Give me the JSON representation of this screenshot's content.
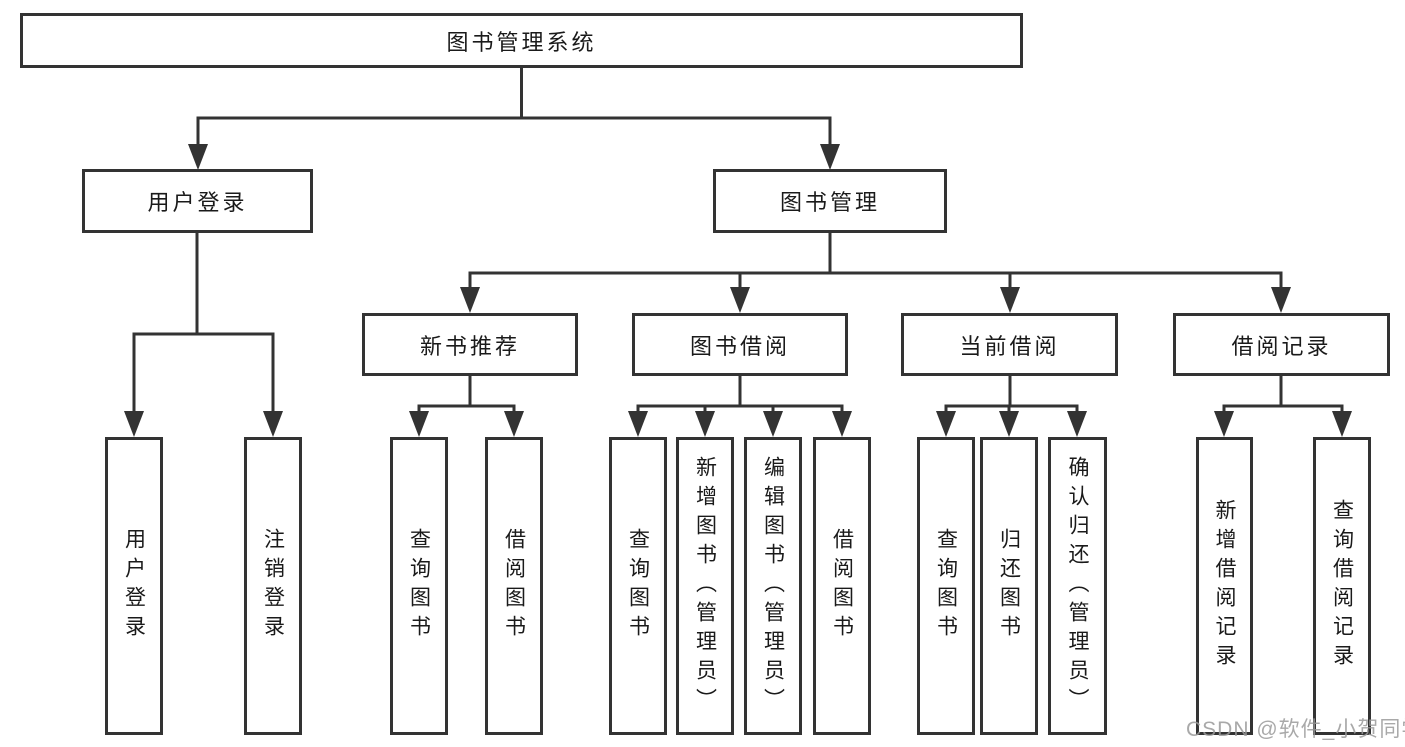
{
  "diagram": {
    "title_node": {
      "label": "图书管理系统"
    },
    "level2": [
      {
        "label": "用户登录"
      },
      {
        "label": "图书管理"
      }
    ],
    "level3": [
      {
        "label": "新书推荐",
        "parent": "图书管理"
      },
      {
        "label": "图书借阅",
        "parent": "图书管理"
      },
      {
        "label": "当前借阅",
        "parent": "图书管理"
      },
      {
        "label": "借阅记录",
        "parent": "图书管理"
      }
    ],
    "leaves": [
      {
        "label": "用户登录",
        "parent": "用户登录"
      },
      {
        "label": "注销登录",
        "parent": "用户登录"
      },
      {
        "label": "查询图书",
        "parent": "新书推荐"
      },
      {
        "label": "借阅图书",
        "parent": "新书推荐"
      },
      {
        "label": "查询图书",
        "parent": "图书借阅"
      },
      {
        "label": "新增图书（管理员）",
        "parent": "图书借阅"
      },
      {
        "label": "编辑图书（管理员）",
        "parent": "图书借阅"
      },
      {
        "label": "借阅图书",
        "parent": "图书借阅"
      },
      {
        "label": "查询图书",
        "parent": "当前借阅"
      },
      {
        "label": "归还图书",
        "parent": "当前借阅"
      },
      {
        "label": "确认归还（管理员）",
        "parent": "当前借阅"
      },
      {
        "label": "新增借阅记录",
        "parent": "借阅记录"
      },
      {
        "label": "查询借阅记录",
        "parent": "借阅记录"
      }
    ]
  },
  "watermark": {
    "text": "CSDN @软件_小贺同学"
  },
  "colors": {
    "line": "#333333",
    "text": "#1a1a1a",
    "watermark": "#9b9b9b",
    "background": "#ffffff"
  }
}
